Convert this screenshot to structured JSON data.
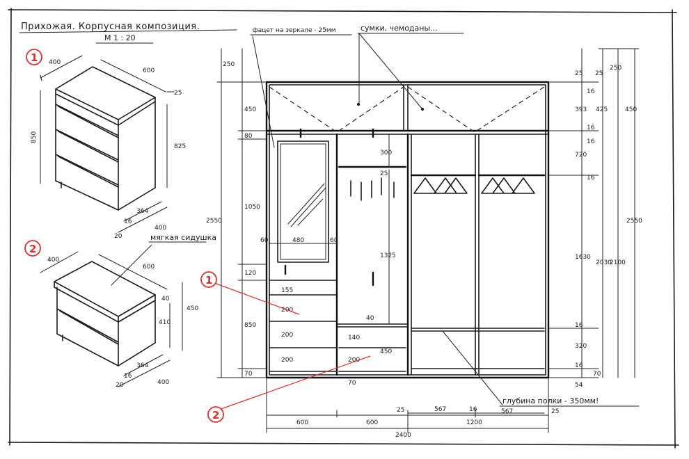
{
  "title": "Прихожая. Корпусная композиция.",
  "scale": "М 1 : 20",
  "notes": {
    "facet": "фацет на зеркале - 25мм",
    "bags": "сумки, чемоданы...",
    "shelf_depth": "глубина полки - 350мм!",
    "soft_seat": "мягкая сидушка"
  },
  "markers": {
    "one": "1",
    "two": "2"
  },
  "chest": {
    "depth": "400",
    "width": "600",
    "height": "850",
    "top": "25",
    "inner_h": "825",
    "inner_d": "364",
    "side": "16",
    "full_d": "400",
    "back": "20"
  },
  "seat": {
    "depth": "400",
    "width": "600",
    "height": "450",
    "top": "40",
    "inner_h": "410",
    "inner_d": "364",
    "side": "16",
    "full_d": "400",
    "back": "20"
  },
  "left_dims": [
    "250",
    "450",
    "80",
    "1050",
    "120",
    "850",
    "70",
    "2550"
  ],
  "right_inner_dims": [
    "25",
    "16",
    "393",
    "16",
    "16",
    "720",
    "16",
    "1630",
    "16",
    "320",
    "16",
    "54",
    "70"
  ],
  "right_outer_dims": [
    "25",
    "425",
    "2030",
    "2100",
    "250",
    "450",
    "2550"
  ],
  "inner_dims": {
    "d300": "300",
    "d25": "25",
    "d1325": "1325",
    "d40": "40",
    "d140": "140",
    "d200a": "200",
    "d450": "450",
    "d70": "70",
    "mirror_w": "480",
    "mirror_side_l": "60",
    "mirror_side_r": "60",
    "drawers": [
      "155",
      "200",
      "200",
      "200"
    ]
  },
  "bottom_dims": {
    "a25": "25",
    "a567": "567",
    "a16": "16",
    "a567b": "567",
    "a25b": "25",
    "w600": "600",
    "w600b": "600",
    "w1200": "1200",
    "total": "2400"
  }
}
